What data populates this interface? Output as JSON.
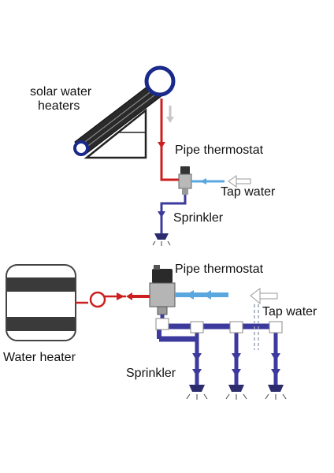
{
  "top": {
    "solar_label_line1": "solar water",
    "solar_label_line2": "heaters",
    "thermostat_label": "Pipe thermostat",
    "tap_label": "Tap water",
    "sprinkler_label": "Sprinkler"
  },
  "bottom": {
    "thermostat_label": "Pipe thermostat",
    "tap_label": "Tap water",
    "heater_label": "Water heater",
    "sprinkler_label": "Sprinkler"
  },
  "colors": {
    "hot": "#cc1f1f",
    "cold": "#5aa7e0",
    "mixed": "#3d3a9e",
    "outline": "#1a2a8a",
    "body": "#222222"
  }
}
